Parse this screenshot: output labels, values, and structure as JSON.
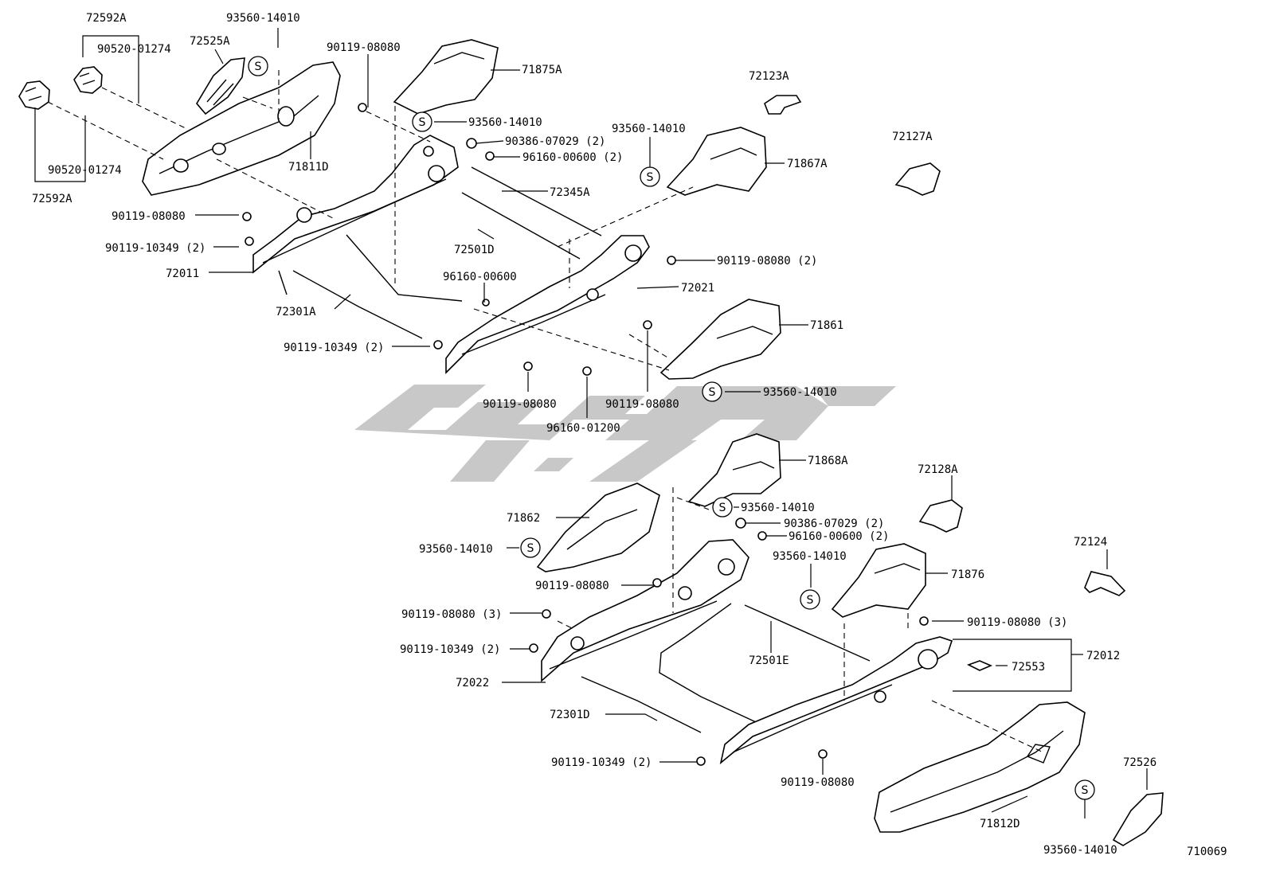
{
  "diagram_id": "710069",
  "symbol_s": "S",
  "colors": {
    "ink": "#000000",
    "paper": "#ffffff",
    "watermark": "#c8c8c8"
  },
  "labels": {
    "l72592A_top": "72592A",
    "l93560_top": "93560-14010",
    "l90520_top": "90520-01274",
    "l72525A": "72525A",
    "l90119_top": "90119-08080",
    "l71875A": "71875A",
    "l72123A": "72123A",
    "l93560_b": "93560-14010",
    "l90386_top": "90386-07029 (2)",
    "l96160_top": "96160-00600 (2)",
    "l93560_c": "93560-14010",
    "l71867A": "71867A",
    "l72127A": "72127A",
    "l90520_bot": "90520-01274",
    "l71811D": "71811D",
    "l72592A_bot": "72592A",
    "l72345A": "72345A",
    "l90119_a": "90119-08080",
    "l90119_10349_a": "90119-10349 (2)",
    "l72501D": "72501D",
    "l90119_08080_2": "90119-08080 (2)",
    "l72011": "72011",
    "l96160_mid": "96160-00600",
    "l72021": "72021",
    "l72301A": "72301A",
    "l71861": "71861",
    "l90119_10349_b": "90119-10349 (2)",
    "l93560_d": "93560-14010",
    "l90119_b": "90119-08080",
    "l90119_c": "90119-08080",
    "l96160_01200": "96160-01200",
    "l71868A": "71868A",
    "l72128A": "72128A",
    "l71862": "71862",
    "l93560_e": "93560-14010",
    "l90386_bot": "90386-07029 (2)",
    "l96160_bot": "96160-00600 (2)",
    "l93560_f": "93560-14010",
    "l72124": "72124",
    "l93560_g": "93560-14010",
    "l71876": "71876",
    "l90119_d": "90119-08080",
    "l90119_08080_3a": "90119-08080 (3)",
    "l90119_08080_3b": "90119-08080 (3)",
    "l90119_10349_c": "90119-10349 (2)",
    "l72501E": "72501E",
    "l72553": "72553",
    "l72012": "72012",
    "l72022": "72022",
    "l72301D": "72301D",
    "l90119_10349_d": "90119-10349 (2)",
    "l90119_e": "90119-08080",
    "l72526": "72526",
    "l71812D": "71812D",
    "l93560_h": "93560-14010"
  }
}
